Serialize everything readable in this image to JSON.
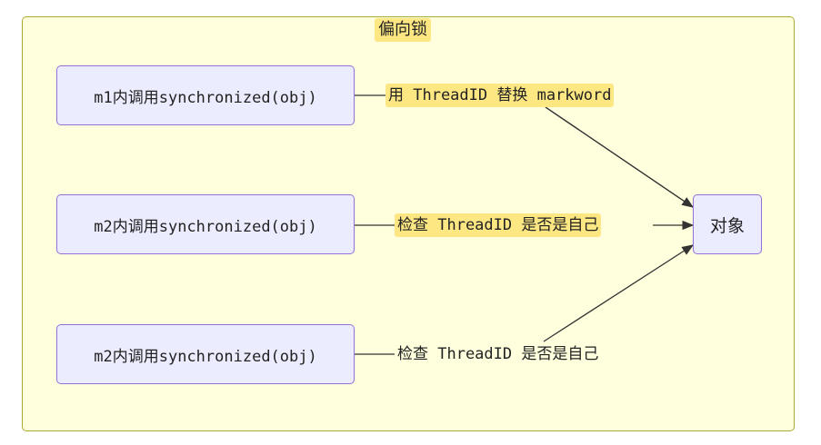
{
  "diagram": {
    "group_title": "偏向锁",
    "nodes": [
      {
        "id": "m1",
        "label": "m1内调用synchronized(obj)"
      },
      {
        "id": "m2a",
        "label": "m2内调用synchronized(obj)"
      },
      {
        "id": "m2b",
        "label": "m2内调用synchronized(obj)"
      },
      {
        "id": "obj",
        "label": "对象"
      }
    ],
    "edges": [
      {
        "from": "m1",
        "to": "obj",
        "label": "用 ThreadID 替换 markword",
        "highlighted": true
      },
      {
        "from": "m2a",
        "to": "obj",
        "label": "检查 ThreadID 是否是自己",
        "highlighted": true
      },
      {
        "from": "m2b",
        "to": "obj",
        "label": "检查 ThreadID 是否是自己",
        "highlighted": false
      }
    ],
    "colors": {
      "group_fill": "#ffffde",
      "group_border": "#aaaa33",
      "node_fill": "#ececff",
      "node_border": "#9370db",
      "label_highlight": "#fde783",
      "edge": "#333333"
    }
  }
}
